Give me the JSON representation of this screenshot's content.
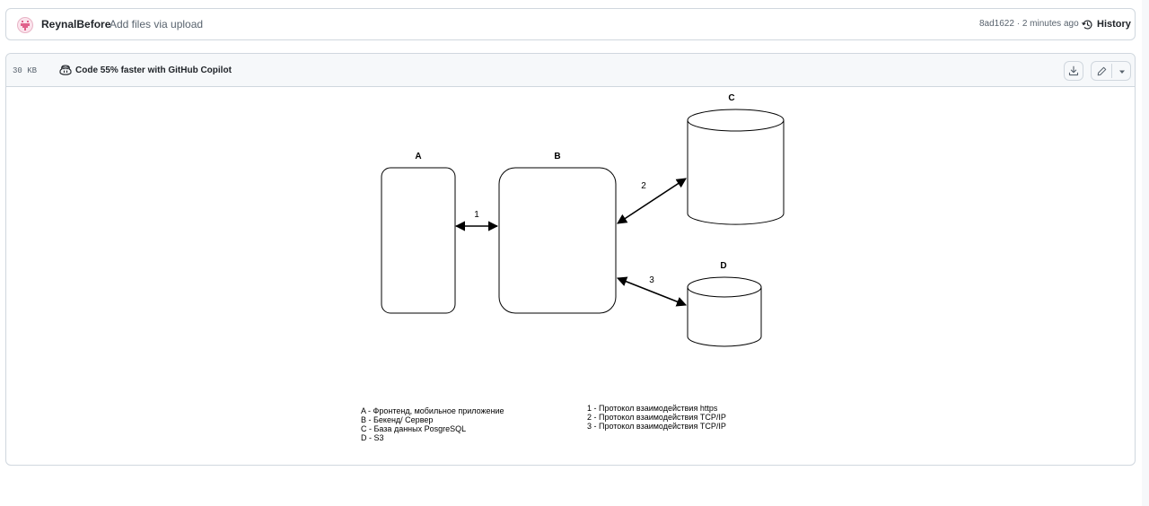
{
  "commit": {
    "author": "ReynalBefore",
    "message": "Add files via upload",
    "meta": "8ad1622 · 2 minutes ago",
    "history_label": "History"
  },
  "file_header": {
    "size": "30 KB",
    "copilot_text": "Code 55% faster with GitHub Copilot"
  },
  "diagram": {
    "nodes": {
      "a": "A",
      "b": "B",
      "c": "C",
      "d": "D"
    },
    "links": {
      "one": "1",
      "two": "2",
      "three": "3"
    },
    "legend_nodes": [
      "A - Фронтенд, мобильное приложение",
      "B - Бекенд/ Сервер",
      "C - База данных PosgreSQL",
      "D - S3"
    ],
    "legend_links": [
      "1 - Протокол взаимодействия https",
      "2 - Протокол взаимодействия TCP/IP",
      "3 - Протокол взаимодействия TCP/IP"
    ]
  },
  "colors": {
    "border": "#d0d7de",
    "header_bg": "#f6f8fa",
    "muted_text": "#59636e",
    "avatar": "#e0608b"
  },
  "icons": [
    "avatar-icon",
    "history-icon",
    "copilot-icon",
    "download-icon",
    "pencil-icon",
    "triangle-down-icon"
  ]
}
